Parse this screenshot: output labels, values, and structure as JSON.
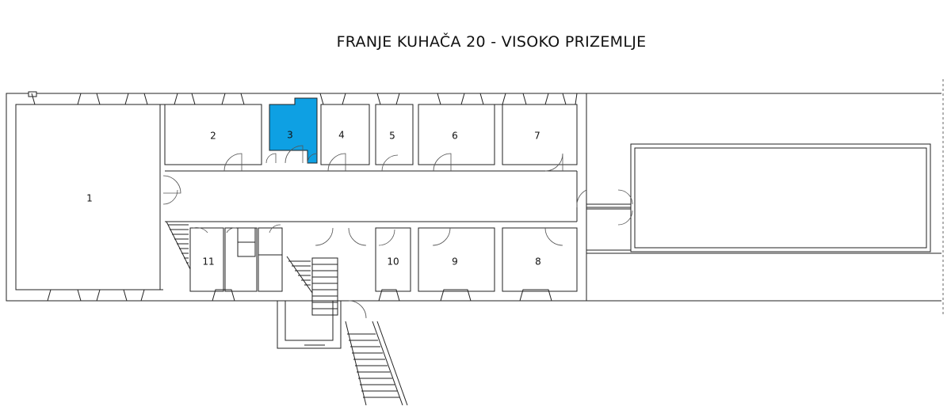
{
  "title": "FRANJE KUHAČA 20 - VISOKO PRIZEMLJE",
  "highlight_color": "#0ea0e3",
  "rooms": [
    {
      "id": "1",
      "label": "1",
      "selected": false
    },
    {
      "id": "2",
      "label": "2",
      "selected": false
    },
    {
      "id": "3",
      "label": "3",
      "selected": true
    },
    {
      "id": "4",
      "label": "4",
      "selected": false
    },
    {
      "id": "5",
      "label": "5",
      "selected": false
    },
    {
      "id": "6",
      "label": "6",
      "selected": false
    },
    {
      "id": "7",
      "label": "7",
      "selected": false
    },
    {
      "id": "8",
      "label": "8",
      "selected": false
    },
    {
      "id": "9",
      "label": "9",
      "selected": false
    },
    {
      "id": "10",
      "label": "10",
      "selected": false
    },
    {
      "id": "11",
      "label": "11",
      "selected": false
    }
  ]
}
